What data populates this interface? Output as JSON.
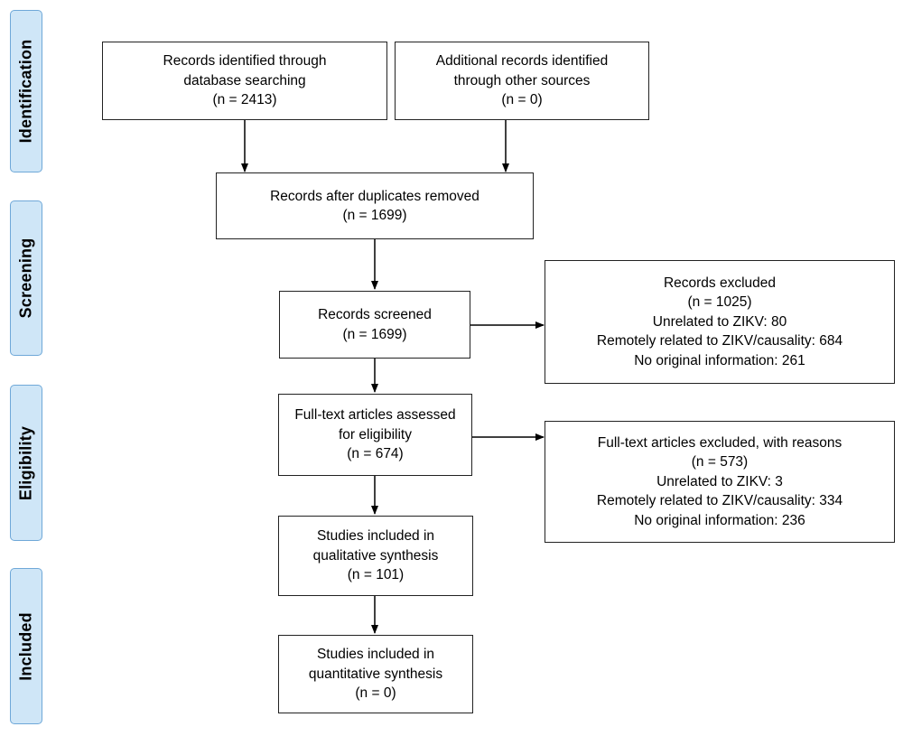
{
  "stages": [
    {
      "id": "identification",
      "label": "Identification"
    },
    {
      "id": "screening",
      "label": "Screening"
    },
    {
      "id": "eligibility",
      "label": "Eligibility"
    },
    {
      "id": "included",
      "label": "Included"
    }
  ],
  "boxes": {
    "identified_db": {
      "lines": [
        "Records identified through",
        "database searching",
        "(n = 2413)"
      ],
      "n": 2413
    },
    "identified_other": {
      "lines": [
        "Additional records identified",
        "through other sources",
        "(n = 0)"
      ],
      "n": 0
    },
    "after_duplicates": {
      "lines": [
        "Records after duplicates removed",
        "(n = 1699)"
      ],
      "n": 1699
    },
    "screened": {
      "lines": [
        "Records screened",
        "(n = 1699)"
      ],
      "n": 1699
    },
    "excluded": {
      "lines": [
        "Records excluded",
        "(n = 1025)",
        "Unrelated to ZIKV: 80",
        "Remotely related to ZIKV/causality: 684",
        "No original information: 261"
      ],
      "n": 1025
    },
    "fulltext_assessed": {
      "lines": [
        "Full-text articles assessed",
        "for eligibility",
        "(n = 674)"
      ],
      "n": 674
    },
    "fulltext_excluded": {
      "lines": [
        "Full-text articles excluded, with reasons",
        "(n = 573)",
        "Unrelated to ZIKV: 3",
        "Remotely related to ZIKV/causality: 334",
        "No original information: 236"
      ],
      "n": 573
    },
    "qualitative": {
      "lines": [
        "Studies included in",
        "qualitative synthesis",
        "(n = 101)"
      ],
      "n": 101
    },
    "quantitative": {
      "lines": [
        "Studies included in",
        "quantitative synthesis",
        "(n = 0)"
      ],
      "n": 0
    }
  },
  "edges": [
    {
      "from": "identified_db",
      "to": "after_duplicates"
    },
    {
      "from": "identified_other",
      "to": "after_duplicates"
    },
    {
      "from": "after_duplicates",
      "to": "screened"
    },
    {
      "from": "screened",
      "to": "excluded"
    },
    {
      "from": "screened",
      "to": "fulltext_assessed"
    },
    {
      "from": "fulltext_assessed",
      "to": "fulltext_excluded"
    },
    {
      "from": "fulltext_assessed",
      "to": "qualitative"
    },
    {
      "from": "qualitative",
      "to": "quantitative"
    }
  ],
  "colors": {
    "stage_fill": "#cfe6f7",
    "stage_border": "#6fa8d8",
    "box_border": "#222222",
    "arrow": "#000000"
  }
}
